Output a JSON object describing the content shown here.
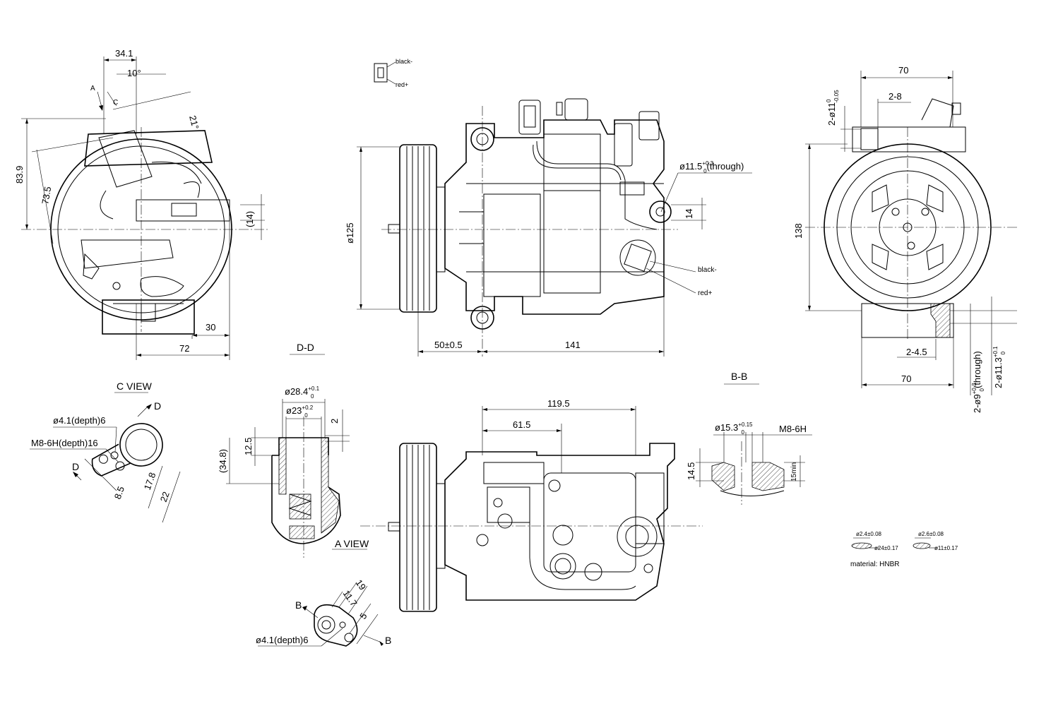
{
  "views": {
    "c_view": "C VIEW",
    "a_view": "A VIEW",
    "d_d": "D-D",
    "b_b": "B-B"
  },
  "section_markers": {
    "a": "A",
    "c": "C",
    "d": "D",
    "b": "B"
  },
  "wire_labels": {
    "black": "black-",
    "red": "red+"
  },
  "dimensions": {
    "left_view": {
      "d34_1": "34.1",
      "a10": "10°",
      "a21": "21°",
      "d83_9": "83.9",
      "d73_5": "73.5",
      "d14p": "(14)",
      "d30": "30",
      "d72": "72"
    },
    "front_view": {
      "d125": "ø125",
      "d11_5": "ø11.5",
      "d11_5_tol_up": "+0.3",
      "d11_5_tol_dn": "0",
      "d11_5_note": "(through)",
      "d14": "14",
      "d50": "50±0.5",
      "d141": "141"
    },
    "right_view": {
      "d70_top": "70",
      "d2_8": "2-8",
      "d2_11": "2-ø11",
      "d2_11_tol_up": "0",
      "d2_11_tol_dn": "-0.05",
      "d138": "138",
      "d2_4_5": "2-4.5",
      "d70_bottom": "70",
      "d2_9": "2-ø9",
      "d2_9_tol_up": "+0.3",
      "d2_9_tol_dn": "0",
      "d2_9_note": "(through)",
      "d2_11_3": "2-ø11.3",
      "d2_11_3_tol_up": "+0.1",
      "d2_11_3_tol_dn": "0"
    },
    "c_view": {
      "d4_1": "ø4.1(depth)6",
      "m8": "M8-6H(depth)16",
      "d17_8": "17.8",
      "d22": "22",
      "d8_5": "8.5"
    },
    "a_view": {
      "d28_4": "ø28.4",
      "d28_4_tol_up": "+0.1",
      "d28_4_tol_dn": "0",
      "d23": "ø23",
      "d23_tol_up": "+0.2",
      "d23_tol_dn": "0",
      "d2": "2",
      "d12_5": "12.5",
      "d34_8": "(34.8)"
    },
    "bottom_view": {
      "d119_5": "119.5",
      "d61_5": "61.5"
    },
    "b_b": {
      "d15_3": "ø15.3",
      "d15_3_tol_up": "+0.15",
      "d15_3_tol_dn": "0",
      "m8": "M8-6H",
      "d14_5": "14.5",
      "d15min": "15min"
    },
    "d_d": {
      "d4_1": "ø4.1(depth)6",
      "d19": "19",
      "d11_7": "11.7",
      "d5": "5"
    },
    "orings": {
      "o1_section": "ø2.4±0.08",
      "o1_diam": "ø24±0.17",
      "o2_section": "ø2.6±0.08",
      "o2_diam": "ø11±0.17",
      "material": "material: HNBR"
    }
  }
}
